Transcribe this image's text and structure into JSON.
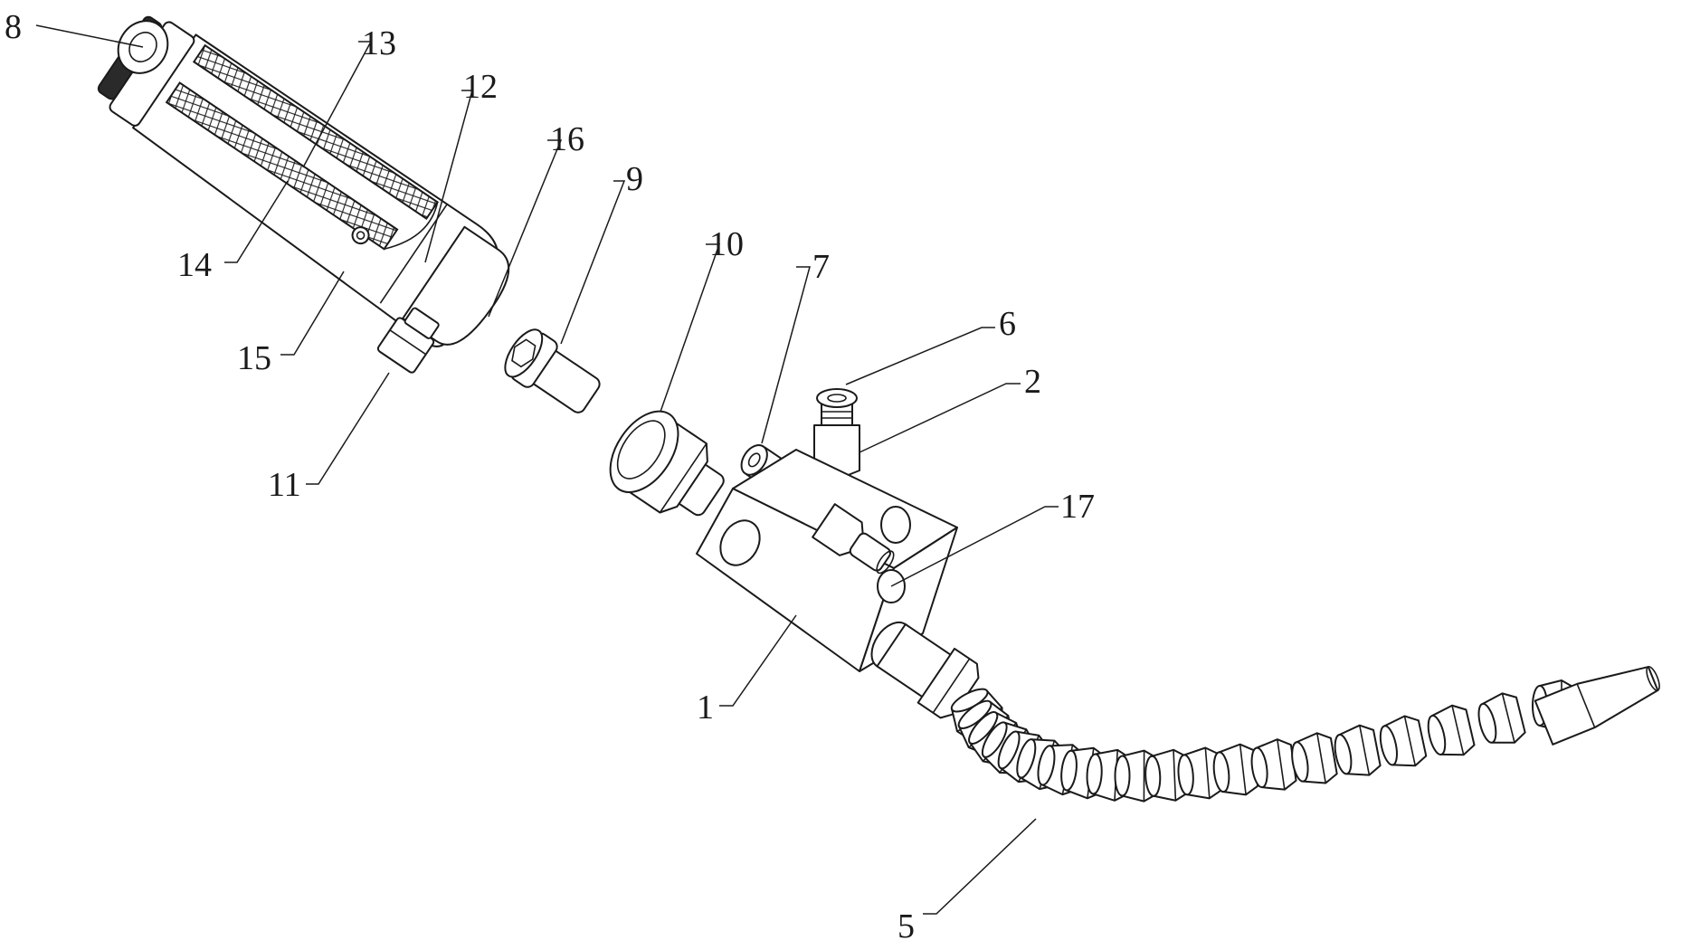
{
  "labels": {
    "l1": "1",
    "l2": "2",
    "l5": "5",
    "l6": "6",
    "l7": "7",
    "l8": "8",
    "l9": "9",
    "l10": "10",
    "l11": "11",
    "l12": "12",
    "l13": "13",
    "l14": "14",
    "l15": "15",
    "l16": "16",
    "l17": "17"
  }
}
